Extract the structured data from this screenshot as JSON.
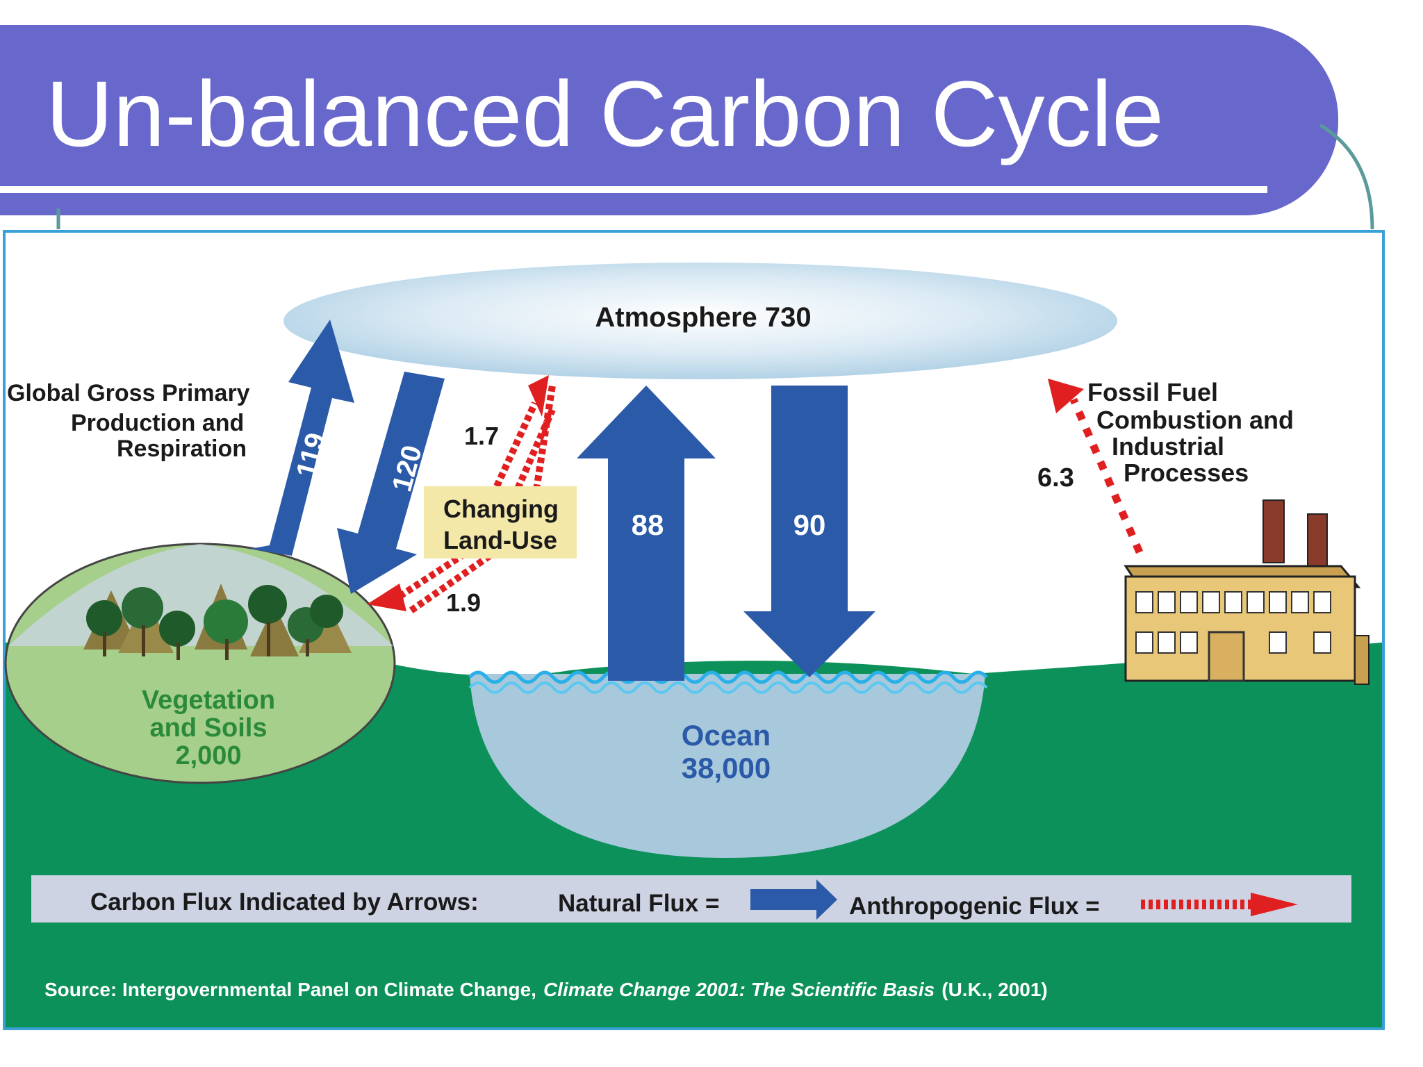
{
  "slide": {
    "title": "Un-balanced Carbon Cycle"
  },
  "diagram": {
    "atmosphere_label": "Atmosphere 730",
    "gpp_label_lines": [
      "Global Gross Primary",
      "Production and",
      "Respiration"
    ],
    "flux_119": "119",
    "flux_120": "120",
    "flux_1_7": "1.7",
    "flux_1_9": "1.9",
    "land_use_lines": [
      "Changing",
      "Land-Use"
    ],
    "flux_88": "88",
    "flux_90": "90",
    "fossil_label_lines": [
      "Fossil Fuel",
      "Combustion and",
      "Industrial",
      "Processes"
    ],
    "flux_6_3": "6.3",
    "vegetation_lines": [
      "Vegetation",
      "and Soils",
      "2,000"
    ],
    "ocean_lines": [
      "Ocean",
      "38,000"
    ],
    "legend": {
      "intro": "Carbon Flux Indicated by Arrows:",
      "natural": "Natural Flux =",
      "anthropogenic": "Anthropogenic Flux ="
    },
    "source": {
      "prefix": "Source: Intergovernmental Panel on Climate Change,",
      "italic": "Climate Change 2001: The Scientific Basis",
      "suffix": "(U.K., 2001)"
    },
    "colors": {
      "title_bar": "#6868cc",
      "natural_arrow": "#2a5aa8",
      "anthropogenic_arrow": "#e02020",
      "ground": "#0b9159",
      "ocean": "#a8c8dc",
      "frame": "#3aa0d8"
    }
  }
}
